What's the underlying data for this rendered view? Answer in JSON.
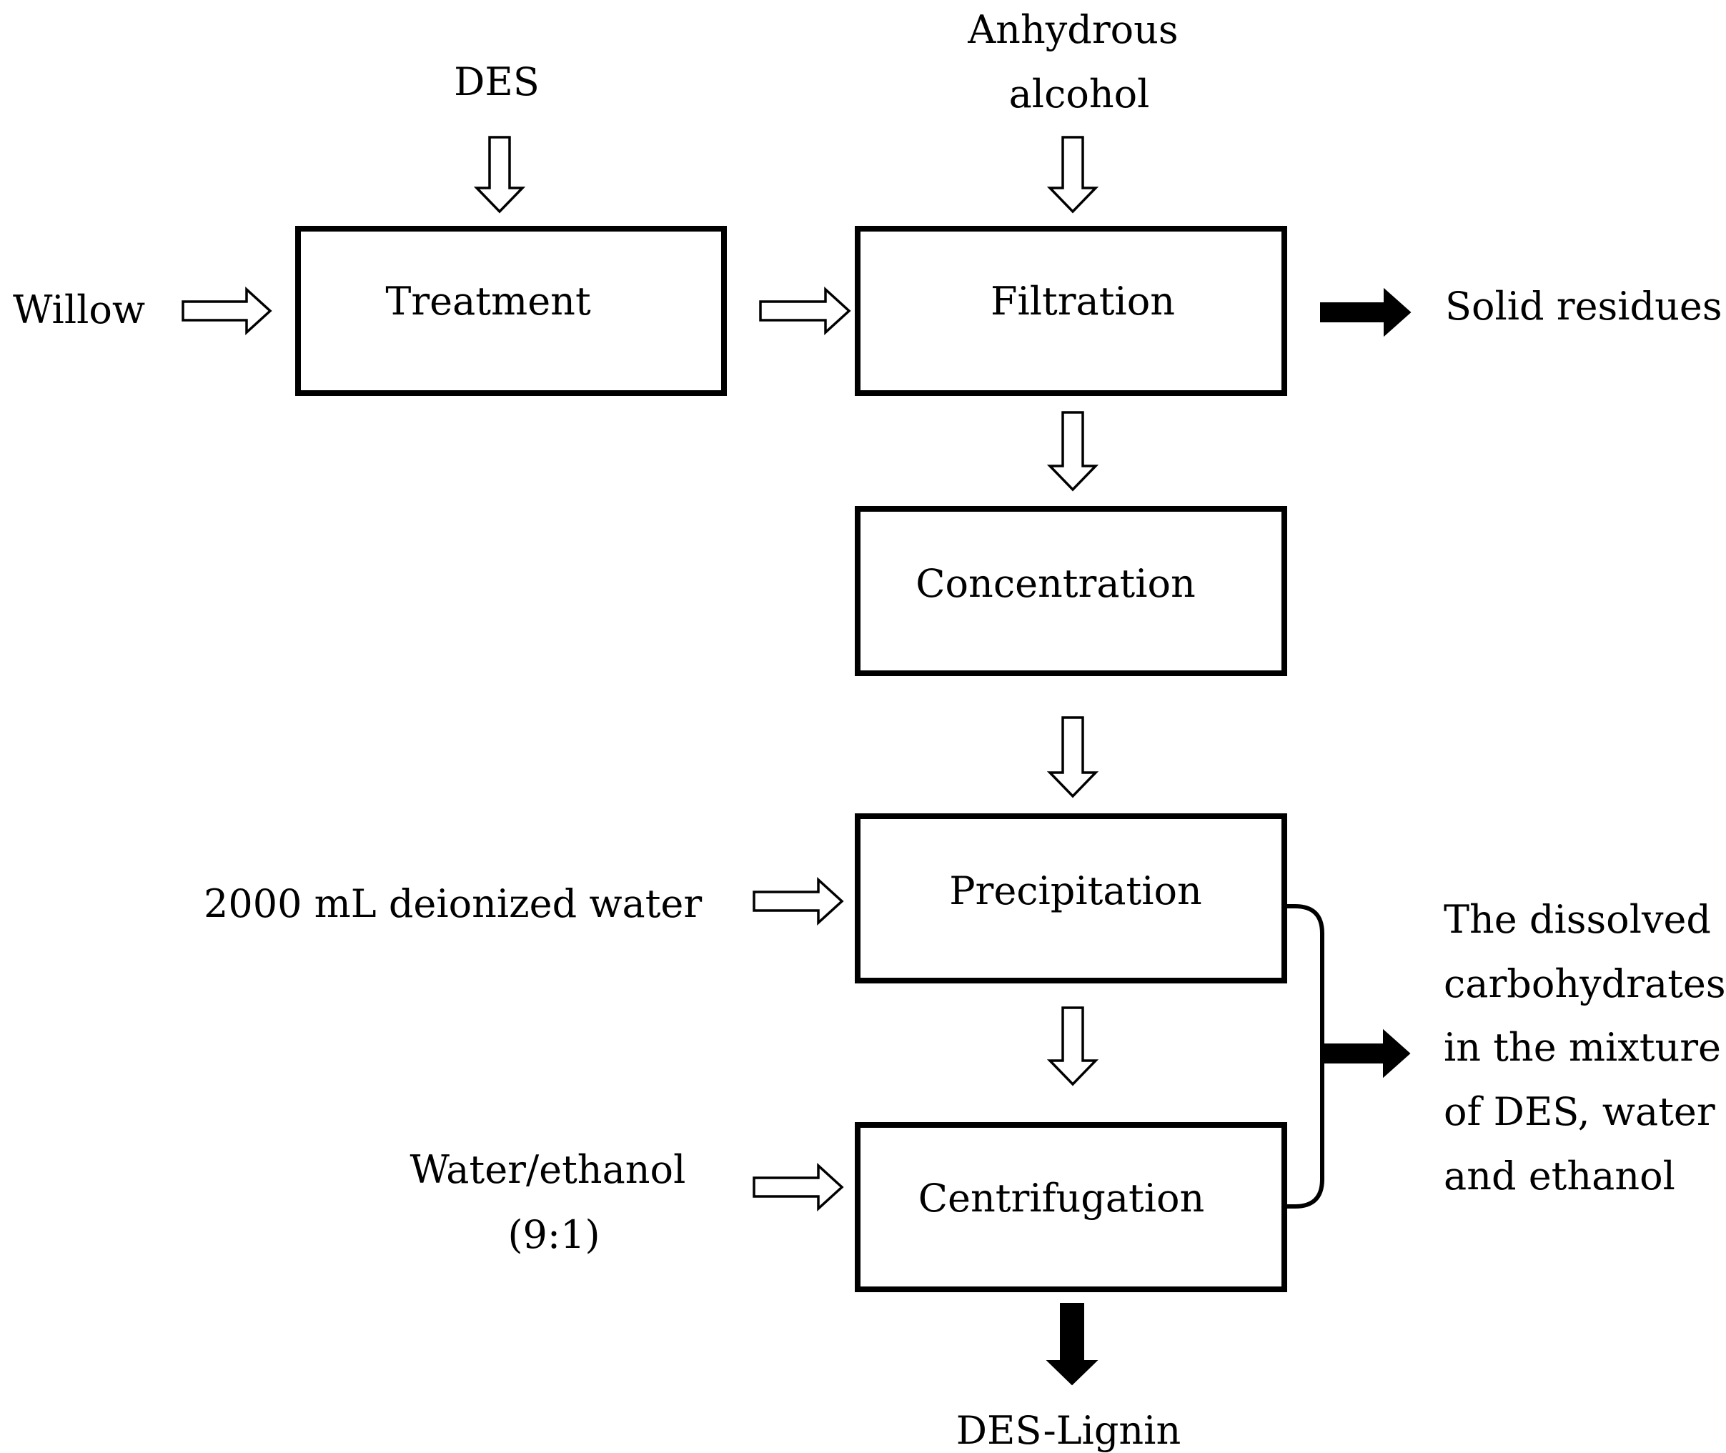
{
  "inputs": {
    "willow": "Willow",
    "des": "DES",
    "anhydrous_alcohol": [
      "Anhydrous",
      "alcohol"
    ],
    "deionized_water": "2000 mL deionized water",
    "water_ethanol": [
      "Water/ethanol",
      "(9:1)"
    ]
  },
  "steps": {
    "treatment": "Treatment",
    "filtration": "Filtration",
    "concentration": "Concentration",
    "precipitation": "Precipitation",
    "centrifugation": "Centrifugation"
  },
  "outputs": {
    "solid_residues": "Solid residues",
    "dissolved_carbohydrates": [
      "The dissolved",
      "carbohydrates",
      "in the mixture",
      "of DES, water",
      "and ethanol"
    ],
    "des_lignin": "DES-Lignin"
  }
}
